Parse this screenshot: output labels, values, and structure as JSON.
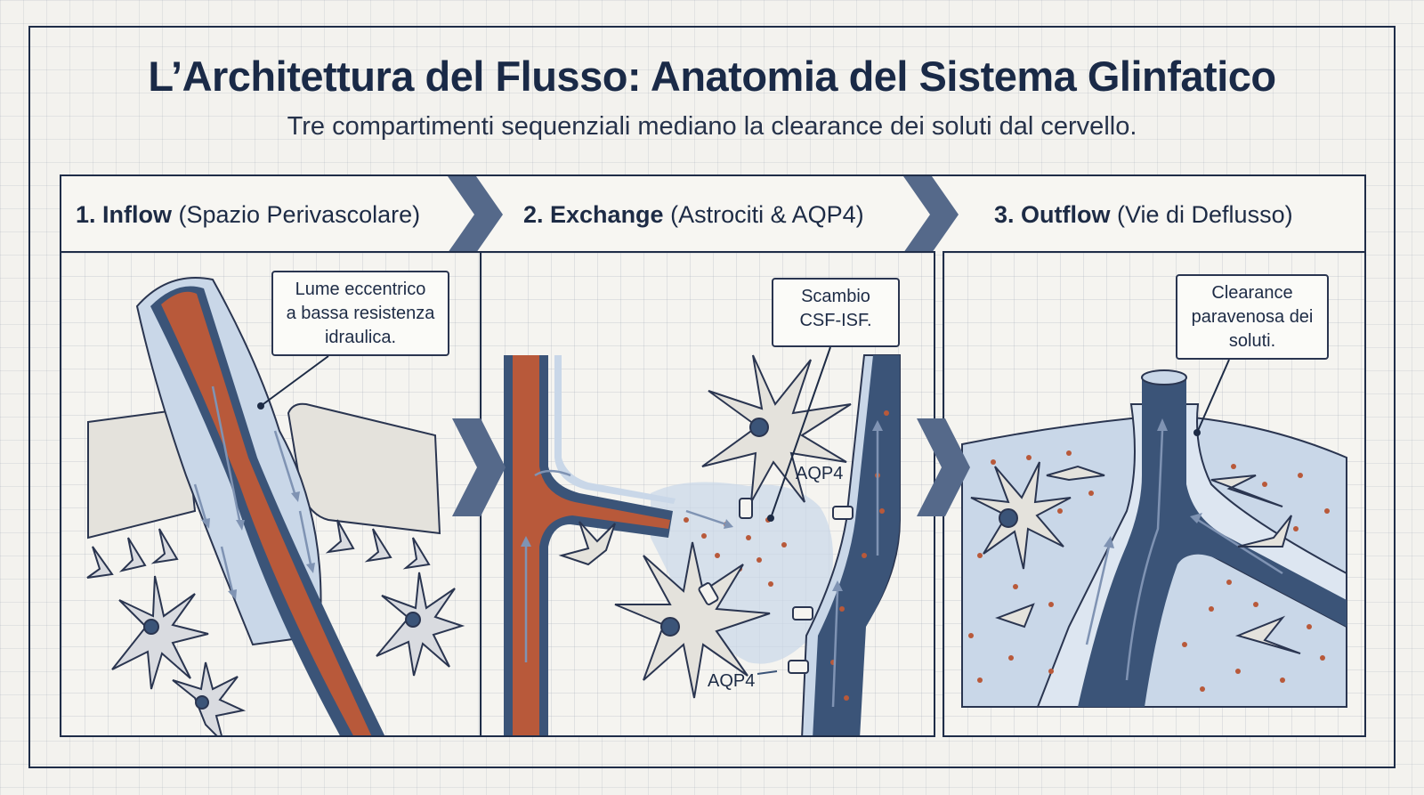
{
  "title": "L’Architettura del Flusso: Anatomia del Sistema Glinfatico",
  "subtitle": "Tre compartimenti sequenziali mediano la clearance dei soluti dal cervello.",
  "headers": [
    {
      "bold": "1. Inflow",
      "rest": " (Spazio Perivascolare)"
    },
    {
      "bold": "2. Exchange",
      "rest": " (Astrociti & AQP4)"
    },
    {
      "bold": "3. Outflow",
      "rest": " (Vie di Deflusso)"
    }
  ],
  "callouts": {
    "inflow": [
      "Lume eccentrico",
      "a bassa resistenza",
      "idraulica."
    ],
    "exchange": [
      "Scambio",
      "CSF-ISF."
    ],
    "outflow": [
      "Clearance",
      "paravenosa dei",
      "soluti."
    ]
  },
  "labels": {
    "aqp4_top": "AQP4",
    "aqp4_bottom": "AQP4"
  },
  "colors": {
    "artery": "#b8593a",
    "vein": "#3b5478",
    "sheath": "#c9d7e8",
    "outline": "#2a3550",
    "solute": "#b8593a",
    "chevron": "#55698a"
  },
  "icons": [
    "chevron-right-icon",
    "astrocyte-icon",
    "aqp4-channel-icon"
  ]
}
